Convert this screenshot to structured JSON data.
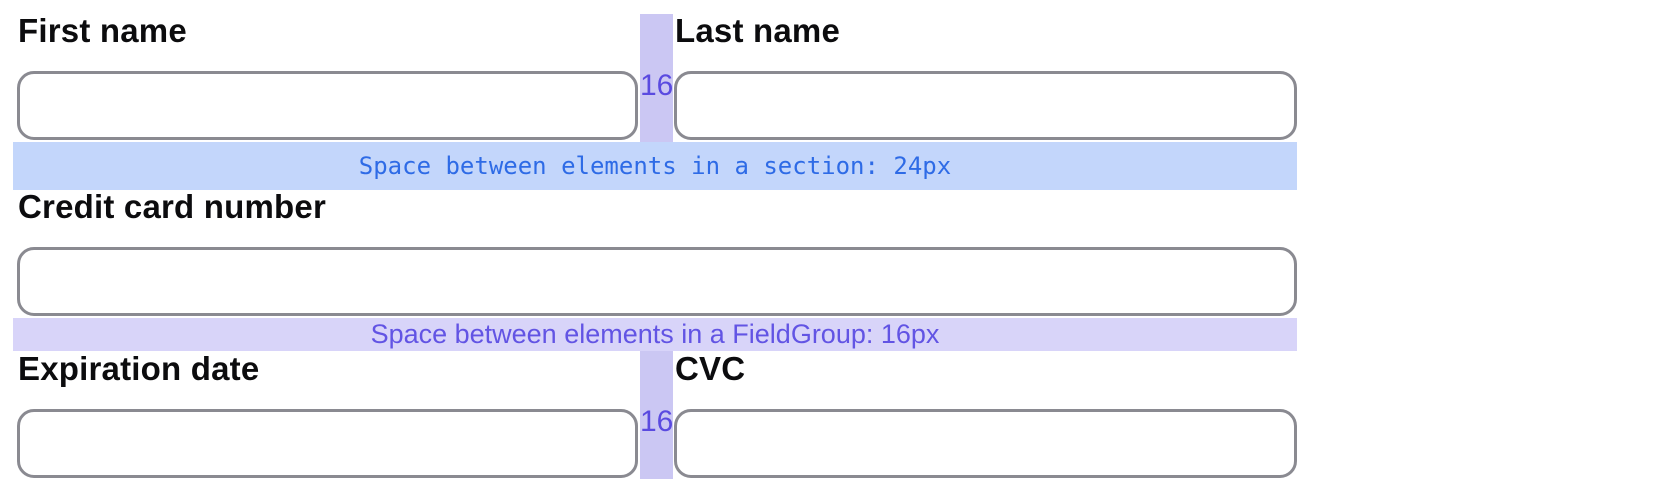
{
  "fields": {
    "first_name": {
      "label": "First name",
      "value": ""
    },
    "last_name": {
      "label": "Last name",
      "value": ""
    },
    "card_number": {
      "label": "Credit card number",
      "value": ""
    },
    "expiration": {
      "label": "Expiration date",
      "value": ""
    },
    "cvc": {
      "label": "CVC",
      "value": ""
    }
  },
  "annotations": {
    "section_gap_text": "Space between elements in a section: 24px",
    "fieldgroup_gap_text": "Space between elements in a FieldGroup: 16px",
    "column_gap_label": "16"
  },
  "colors": {
    "section_band_bg": "#c3d6fb",
    "section_band_text": "#2e6be6",
    "fieldgroup_band_bg": "#d8d4f9",
    "fieldgroup_band_text": "#6254e4",
    "column_band_bg": "#cbc7f3",
    "column_gap_number": "#5a4ae0",
    "input_border": "#8a8a91",
    "label_text": "#0c0c0e"
  }
}
